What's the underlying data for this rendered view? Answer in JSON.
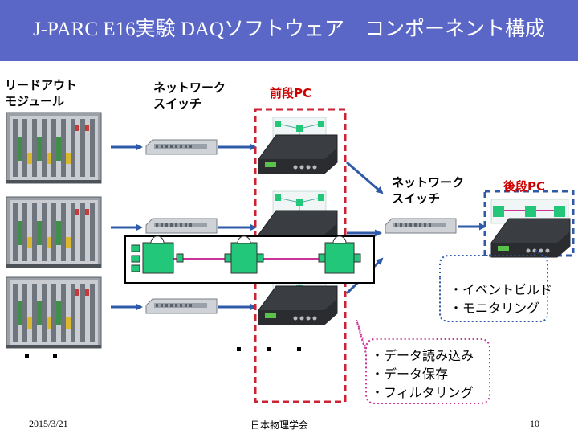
{
  "title": "J-PARC E16実験 DAQソフトウェア　コンポーネント構成",
  "labels": {
    "readout_module": [
      "リードアウト",
      "モジュール"
    ],
    "network_switch_1": [
      "ネットワーク",
      "スイッチ"
    ],
    "front_pc": "前段PC",
    "network_switch_2": [
      "ネットワーク",
      "スイッチ"
    ],
    "back_pc": "後段PC"
  },
  "back_pc_notes": [
    "・イベントビルド",
    "・モニタリング"
  ],
  "front_pc_notes": [
    "・データ読み込み",
    "・データ保存",
    "・フィルタリング"
  ],
  "footer": {
    "date": "2015/3/21",
    "society": "日本物理学会",
    "page": "10"
  },
  "colors": {
    "title_bar": "#5a67c6",
    "arrow_blue": "#2f5aa8",
    "dashed_red": "#cc2233",
    "component_green": "#22c77a",
    "link_magenta": "#cc3399"
  }
}
